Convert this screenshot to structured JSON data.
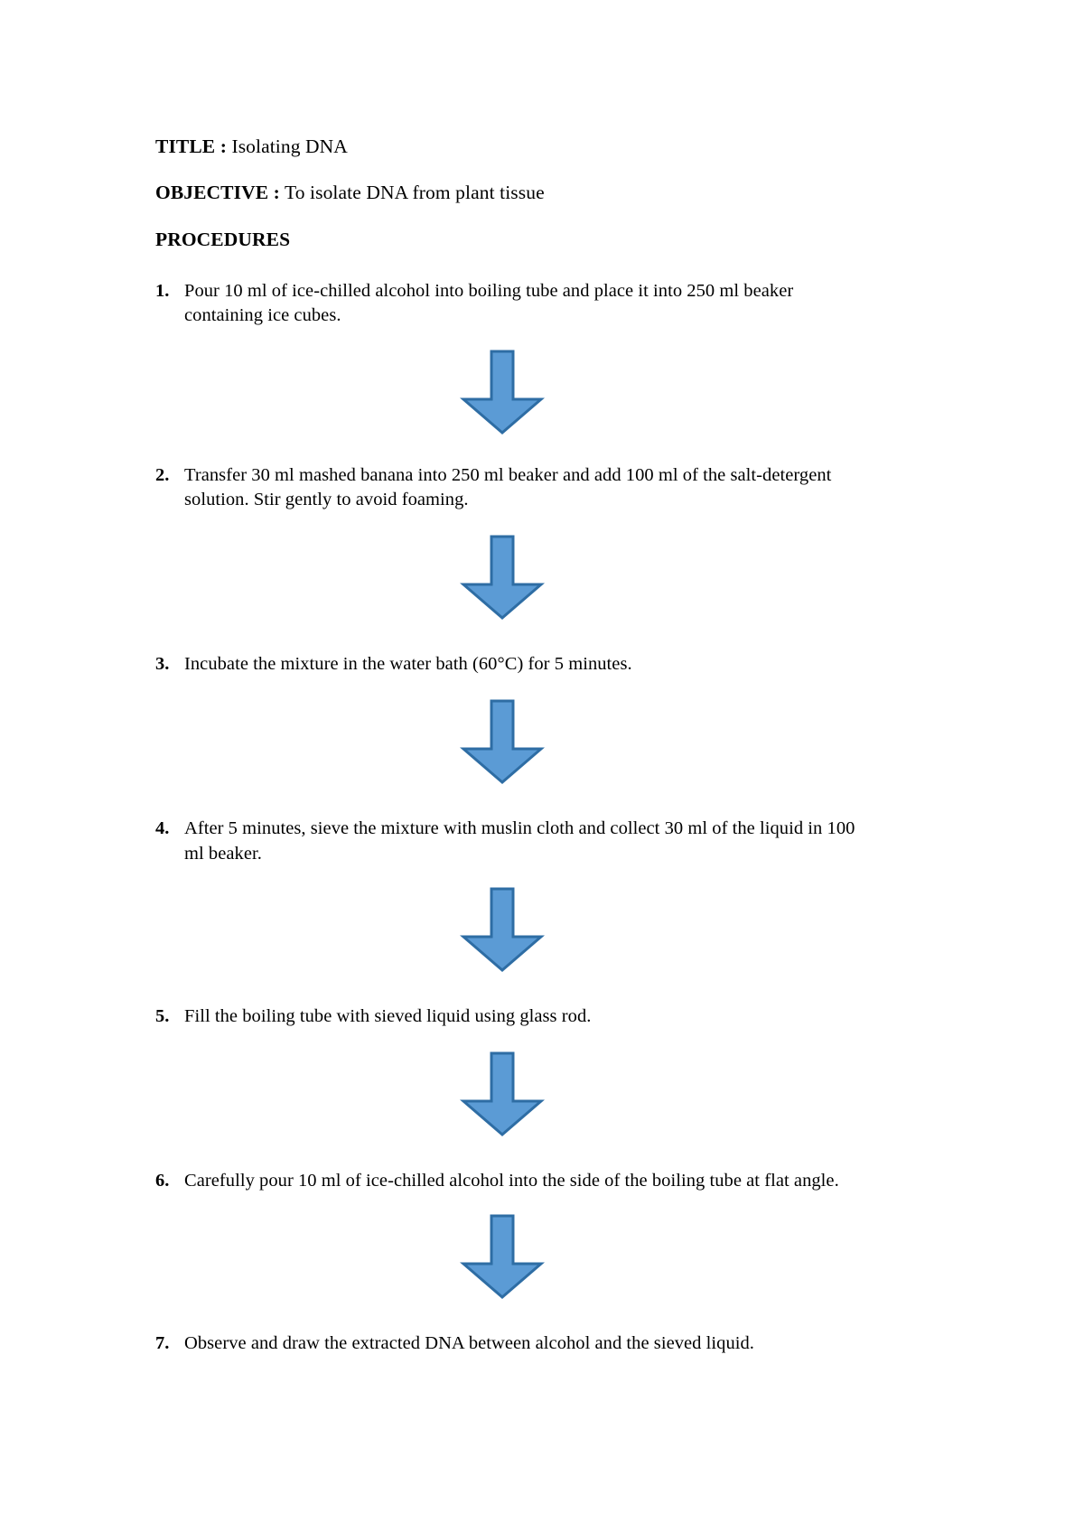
{
  "document": {
    "title_label": "TITLE :",
    "title_value": " Isolating DNA",
    "objective_label": "OBJECTIVE :",
    "objective_value": " To isolate DNA from plant tissue",
    "procedures_heading": "PROCEDURES",
    "arrow_fill": "#5B9BD5",
    "arrow_border": "#2E6DA4",
    "text_color": "#000000",
    "background": "#ffffff",
    "steps": [
      {
        "number": "1.",
        "text": "Pour 10 ml of ice-chilled alcohol into boiling tube and   place it into 250 ml beaker containing ice cubes."
      },
      {
        "number": "2.",
        "text": "Transfer 30 ml mashed banana into 250 ml beaker and add 100 ml of the salt-detergent solution. Stir gently to avoid foaming."
      },
      {
        "number": "3.",
        "text": "Incubate the mixture in the water bath (60°C) for 5 minutes."
      },
      {
        "number": "4.",
        "text": "After 5 minutes, sieve the mixture with muslin cloth and collect 30 ml of the liquid in 100 ml beaker."
      },
      {
        "number": "5.",
        "text": "Fill the boiling tube with sieved liquid using glass rod."
      },
      {
        "number": "6.",
        "text": "Carefully pour 10 ml of ice-chilled alcohol into the side of the boiling tube at flat angle."
      },
      {
        "number": "7.",
        "text": "Observe and draw the extracted DNA between alcohol and  the sieved liquid."
      }
    ],
    "arrow_icon_name": "down-arrow-icon"
  }
}
